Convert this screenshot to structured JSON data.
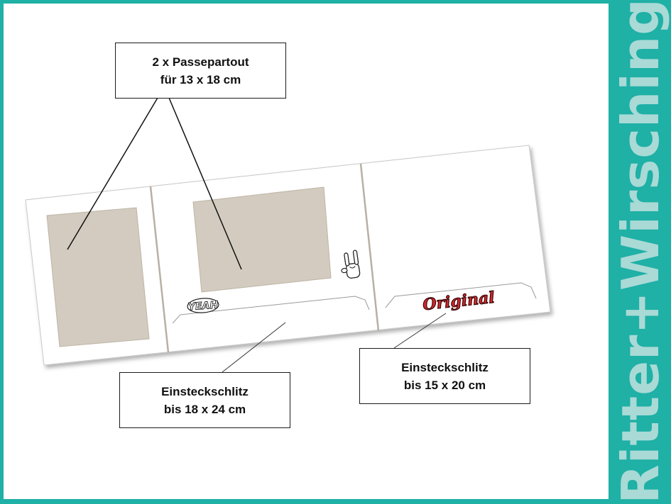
{
  "labels": {
    "passepartout": {
      "line1": "2 x Passepartout",
      "line2": "für 13 x 18 cm"
    },
    "slot_large": {
      "line1": "Einsteckschlitz",
      "line2": "bis 18 x 24 cm"
    },
    "slot_small": {
      "line1": "Einsteckschlitz",
      "line2": "bis 15 x 20 cm"
    }
  },
  "stickers": {
    "yeah": "YEAH",
    "original": "Original"
  },
  "brand": {
    "name": "Ritter+Wirsching",
    "color": "#1fb0a6",
    "text_color": "#a9dad6"
  },
  "colors": {
    "photo_window": "#d3cbbf",
    "folder": "#ffffff",
    "sticker_red": "#d7262d"
  },
  "icons": [
    "rock-hand-icon"
  ]
}
